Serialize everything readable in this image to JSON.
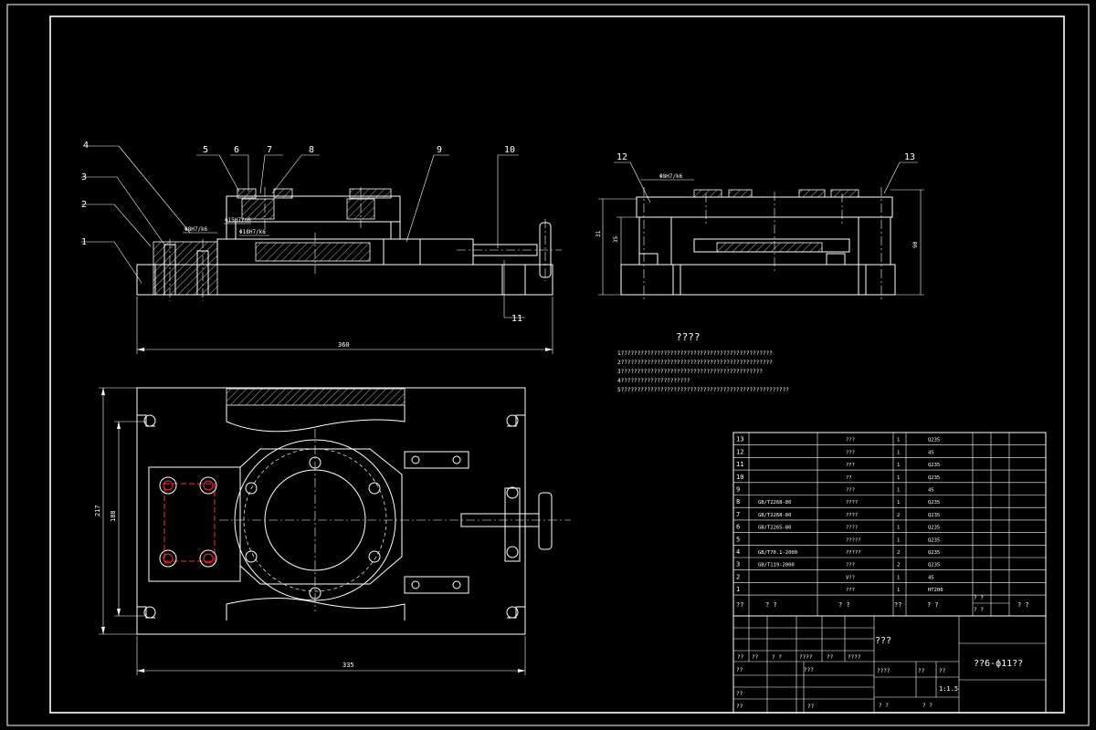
{
  "callouts": {
    "n1": "1",
    "n2": "2",
    "n3": "3",
    "n4": "4",
    "n5": "5",
    "n6": "6",
    "n7": "7",
    "n8": "8",
    "n9": "9",
    "n10": "10",
    "n11": "11",
    "n12": "12",
    "n13": "13"
  },
  "fits": {
    "front_a": "Φ8H7/k6",
    "front_b": "Φ15H7/n6",
    "front_c": "Φ18H7/k6",
    "side_a": "Φ8H7/k6"
  },
  "dimensions": {
    "front_width": "360",
    "side_h1": "31",
    "side_h2": "35",
    "side_h3": "90",
    "plan_outer_h": "217",
    "plan_inner_h": "188",
    "plan_width": "335"
  },
  "notes": {
    "title": "????",
    "lines": [
      "1??????????????????????????????????????????????",
      "2??????????????????????????????????????????????",
      "3???????????????????????????????????????????",
      "4?????????????????????",
      "5???????????????????????????????????????????????????"
    ]
  },
  "bom": {
    "rows": [
      {
        "no": "13",
        "code": "",
        "name": "???",
        "qty": "1",
        "mat": "Q235"
      },
      {
        "no": "12",
        "code": "",
        "name": "???",
        "qty": "1",
        "mat": "45"
      },
      {
        "no": "11",
        "code": "",
        "name": "???",
        "qty": "1",
        "mat": "Q235"
      },
      {
        "no": "10",
        "code": "",
        "name": "??",
        "qty": "1",
        "mat": "Q235"
      },
      {
        "no": "9",
        "code": "",
        "name": "???",
        "qty": "1",
        "mat": "45"
      },
      {
        "no": "8",
        "code": "GB/T2268-80",
        "name": "????",
        "qty": "1",
        "mat": "Q235"
      },
      {
        "no": "7",
        "code": "GB/T2268-80",
        "name": "????",
        "qty": "2",
        "mat": "Q235"
      },
      {
        "no": "6",
        "code": "GB/T2265-80",
        "name": "????",
        "qty": "1",
        "mat": "Q235"
      },
      {
        "no": "5",
        "code": "",
        "name": "?????",
        "qty": "1",
        "mat": "Q235"
      },
      {
        "no": "4",
        "code": "GB/T70.1-2000",
        "name": "?????",
        "qty": "2",
        "mat": "Q235"
      },
      {
        "no": "3",
        "code": "GB/T119-2000",
        "name": "???",
        "qty": "2",
        "mat": "Q235"
      },
      {
        "no": "2",
        "code": "",
        "name": "V??",
        "qty": "1",
        "mat": "45"
      },
      {
        "no": "1",
        "code": "",
        "name": "???",
        "qty": "1",
        "mat": "HT200"
      }
    ],
    "header": {
      "no": "??",
      "code": "? ?",
      "name": "? ?",
      "qty": "??",
      "mat": "? ?",
      "c6": "? ?",
      "c6b": "? ?",
      "c7": "? ?"
    }
  },
  "title_block": {
    "drawing_name": "???",
    "part_title": "??6-ф11??",
    "scale": "1:1.5",
    "rev_row": {
      "a": "??",
      "b": "??",
      "c": "? ?",
      "d": "????",
      "e": "??",
      "f": "????"
    },
    "design": "??",
    "standard": "???",
    "stage": "????",
    "weight": "??",
    "ratio": "??",
    "review": "??",
    "process": "??",
    "approve": "??",
    "sheets_a": "? ?",
    "sheets_b": "? ?"
  }
}
